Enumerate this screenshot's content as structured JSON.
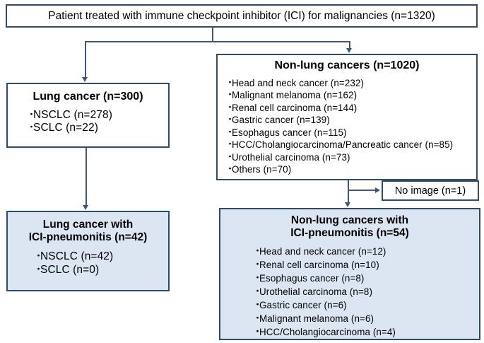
{
  "diagram": {
    "title": "ICI-pneumonitis patient flow diagram",
    "colors": {
      "border": "#2f4d68",
      "fill_highlight": "#dce6f3",
      "connector": "#3c5a77",
      "background": "#ffffff"
    },
    "bullet_glyph": "・"
  },
  "root": {
    "label": "Patient treated with immune checkpoint inhibitor (ICI) for malignancies (n=1320)"
  },
  "lung": {
    "title": "Lung cancer (n=300)",
    "items": [
      "NSCLC (n=278)",
      "SCLC (n=22)"
    ]
  },
  "nonlung": {
    "title": "Non-lung cancers (n=1020)",
    "items": [
      "Head and neck cancer (n=232)",
      "Malignant melanoma (n=162)",
      "Renal cell carcinoma (n=144)",
      "Gastric cancer (n=139)",
      "Esophagus cancer (n=115)",
      "HCC/Cholangiocarcinoma/Pancreatic cancer (n=85)",
      "Urothelial carcinoma (n=73)",
      "Others (n=70)"
    ]
  },
  "no_image": {
    "label": "No image (n=1)"
  },
  "lung_pneumonitis": {
    "title_line1": "Lung cancer with",
    "title_line2": "ICI-pneumonitis (n=42)",
    "items": [
      "NSCLC (n=42)",
      "SCLC (n=0)"
    ]
  },
  "nonlung_pneumonitis": {
    "title_line1": "Non-lung cancers with",
    "title_line2": "ICI-pneumonitis (n=54)",
    "items": [
      "Head and neck cancer (n=12)",
      "Renal cell carcinoma (n=10)",
      "Esophagus cancer (n=8)",
      "Urothelial carcinoma (n=8)",
      "Gastric cancer (n=6)",
      "Malignant melanoma (n=6)",
      "HCC/Cholangiocarcinoma (n=4)"
    ]
  }
}
